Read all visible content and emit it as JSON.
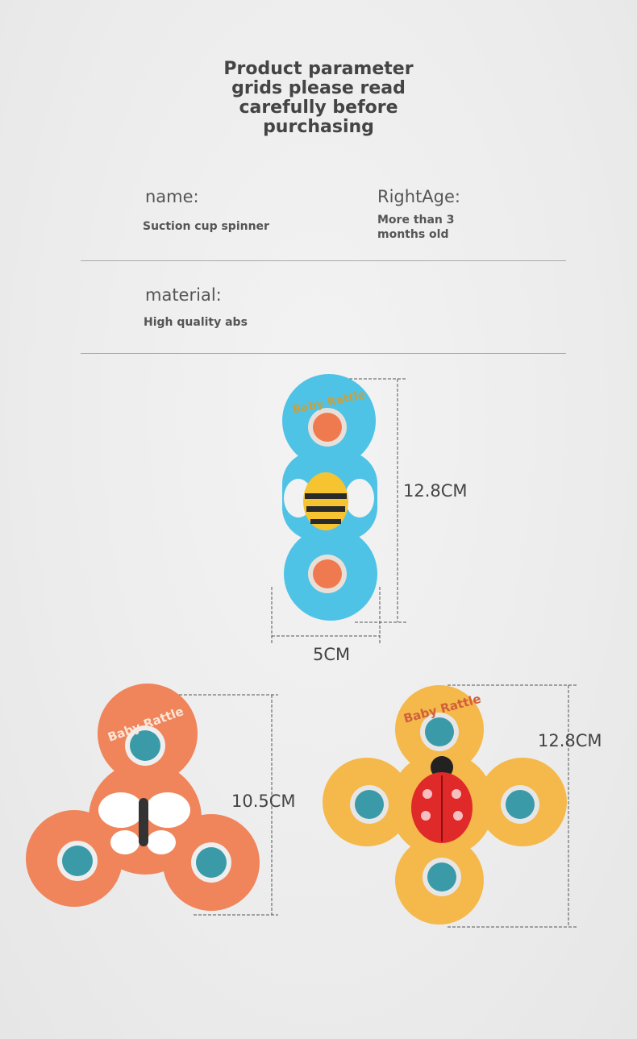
{
  "title_lines": [
    "Product parameter",
    "grids please read",
    "carefully before",
    "purchasing"
  ],
  "params": {
    "name_label": "name:",
    "name_value": "Suction cup spinner",
    "age_label": "RightAge:",
    "age_value_lines": [
      "More than 3",
      "months old"
    ],
    "material_label": "material:",
    "material_value": "High quality abs"
  },
  "dimensions": {
    "blue_height": "12.8CM",
    "blue_width": "5CM",
    "orange_height": "10.5CM",
    "yellow_height": "12.8CM"
  },
  "toy_logo_text": "Baby Rattle",
  "colors": {
    "blue": "#4fc3e6",
    "orange": "#f0845a",
    "yellow": "#f5b84a",
    "text": "#555555"
  }
}
